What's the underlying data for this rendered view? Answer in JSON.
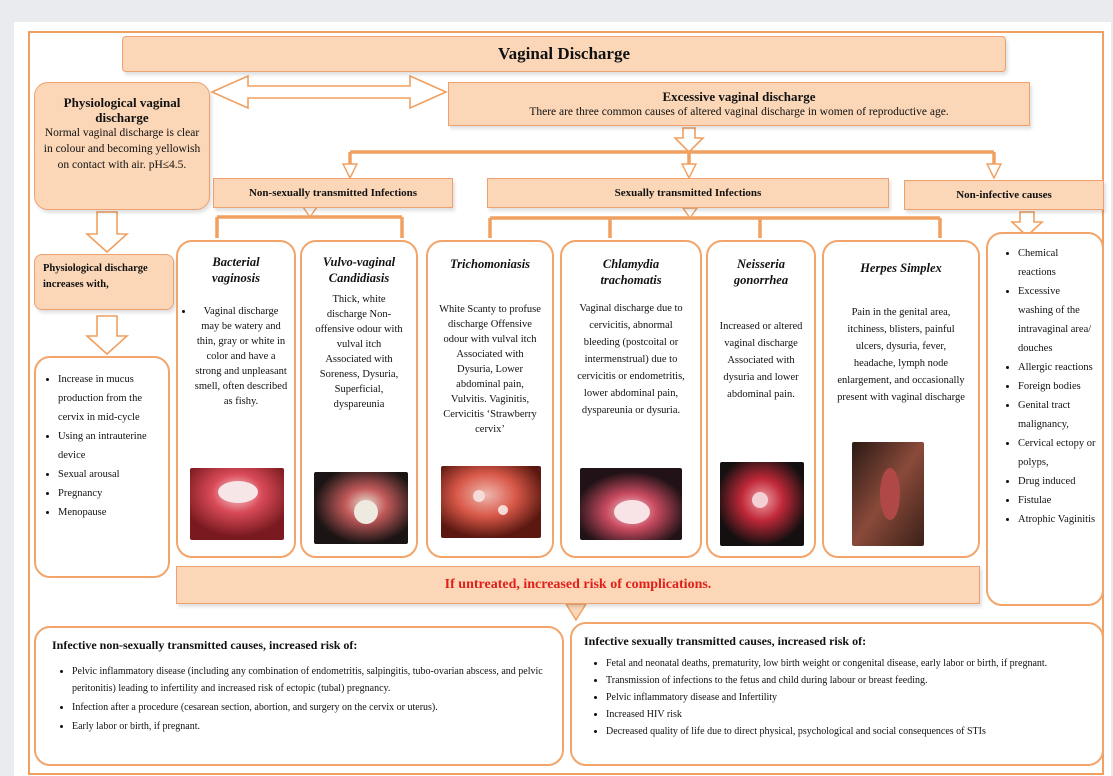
{
  "title": "Vaginal Discharge",
  "physiological": {
    "title": "Physiological vaginal discharge",
    "text": "Normal vaginal discharge is clear in colour and becoming yellowish on contact with air.  pH≤4.5.",
    "increases_title": "Physiological  discharge increases with,",
    "increases_items": [
      "Increase in mucus production from the cervix in mid-cycle",
      "Using an intrauterine device",
      "Sexual arousal",
      "Pregnancy",
      "Menopause"
    ]
  },
  "excessive": {
    "title": "Excessive vaginal discharge",
    "subtitle": "There are three common causes of altered vaginal discharge in women of reproductive age."
  },
  "categories": {
    "non_sti": "Non-sexually transmitted Infections",
    "sti": "Sexually transmitted Infections",
    "non_infective": "Non-infective causes"
  },
  "infections": {
    "bv": {
      "title": "Bacterial vaginosis",
      "items": [
        "Vaginal discharge may be watery and thin, gray or white in color and have a strong and unpleasant smell, often described as fishy."
      ]
    },
    "candida": {
      "title": "Vulvo-vaginal Candidiasis",
      "text": "Thick, white discharge Non-offensive odour with vulval itch Associated with Soreness, Dysuria, Superficial, dyspareunia"
    },
    "trich": {
      "title": "Trichomoniasis",
      "text": "White Scanty to profuse discharge Offensive odour with vulval itch Associated with Dysuria, Lower abdominal pain, Vulvitis. Vaginitis, Cervicitis ‘Strawberry cervix’"
    },
    "chlamydia": {
      "title": "Chlamydia trachomatis",
      "text": "Vaginal discharge due to cervicitis, abnormal bleeding (postcoital or intermenstrual) due to cervicitis or endometritis, lower abdominal pain, dyspareunia or dysuria."
    },
    "gonorrhea": {
      "title": "Neisseria gonorrhea",
      "text": "Increased or altered vaginal discharge Associated with dysuria and lower abdominal pain."
    },
    "herpes": {
      "title": "Herpes Simplex",
      "text": "Pain in the genital area, itchiness, blisters, painful ulcers, dysuria, fever, headache, lymph node enlargement, and occasionally present with vaginal discharge"
    }
  },
  "non_infective_items": [
    "Chemical reactions",
    "Excessive washing of the intravaginal area/ douches",
    "Allergic reactions",
    "Foreign bodies",
    "Genital tract malignancy,",
    "Cervical ectopy or polyps,",
    "Drug induced",
    "Fistulae",
    "Atrophic Vaginitis"
  ],
  "warning": "If untreated, increased risk of complications.",
  "non_sti_risks": {
    "title": "Infective non-sexually transmitted causes, increased risk of:",
    "items": [
      "Pelvic inflammatory disease (including any combination of endometritis, salpingitis, tubo-ovarian abscess, and pelvic peritonitis) leading to infertility and increased risk of ectopic (tubal) pregnancy.",
      "Infection after a procedure (cesarean section, abortion, and surgery on the cervix or uterus).",
      "Early labor or birth, if pregnant."
    ]
  },
  "sti_risks": {
    "title": "Infective sexually transmitted causes, increased risk of:",
    "items": [
      "Fetal and neonatal deaths, prematurity, low birth weight or congenital disease, early labor or birth, if pregnant.",
      "Transmission of infections to the fetus and child during labour or breast feeding.",
      "Pelvic inflammatory disease and Infertility",
      "Increased HIV risk",
      "Decreased quality of life due to direct physical, psychological and social consequences of STIs"
    ]
  },
  "colors": {
    "border": "#f0a060",
    "fill": "#fbd7b8",
    "warning": "#e0201a"
  }
}
